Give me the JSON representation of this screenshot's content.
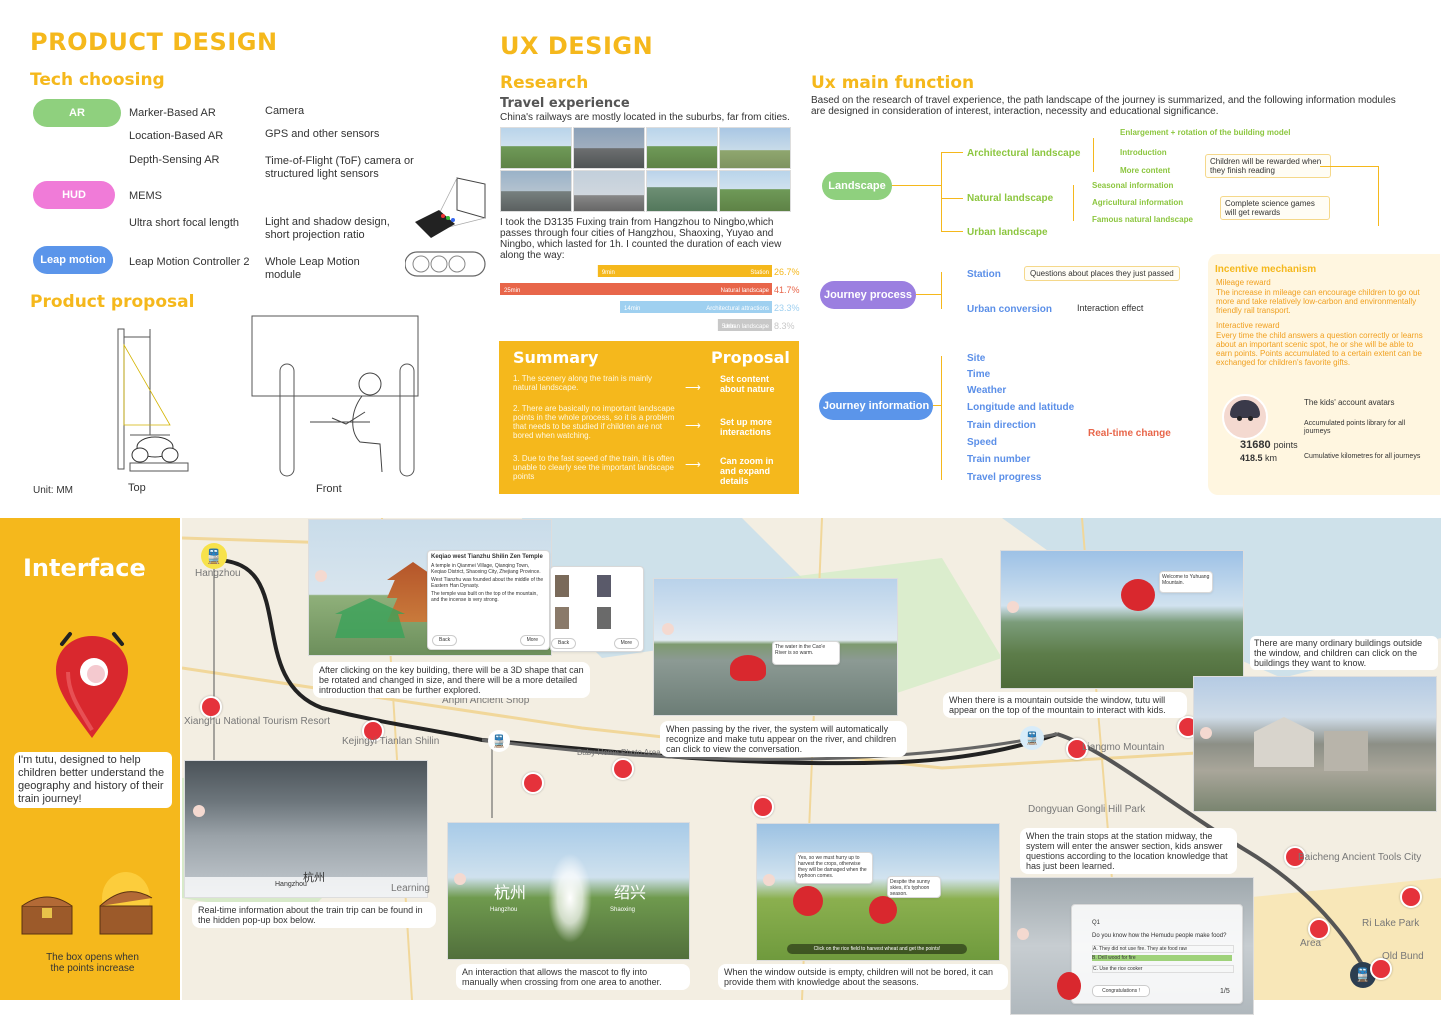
{
  "product": {
    "title": "PRODUCT DESIGN",
    "tech_title": "Tech choosing",
    "ar_label": "AR",
    "ar_rows": [
      {
        "type": "Marker-Based AR",
        "device": "Camera"
      },
      {
        "type": "Location-Based AR",
        "device": "GPS and other sensors"
      },
      {
        "type": "Depth-Sensing AR",
        "device": "Time-of-Flight (ToF) camera or structured light sensors"
      }
    ],
    "hud_label": "HUD",
    "hud_rows": [
      {
        "type": "MEMS",
        "device": ""
      },
      {
        "type": "Ultra short focal length",
        "device": "Light and shadow design, short projection ratio"
      }
    ],
    "leap_label": "Leap motion",
    "leap_rows": [
      {
        "type": "Leap Motion Controller 2",
        "device": "Whole Leap Motion module"
      }
    ],
    "proposal_title": "Product proposal",
    "unit": "Unit: MM",
    "top_label": "Top",
    "front_label": "Front"
  },
  "ux": {
    "title": "UX DESIGN",
    "research_title": "Research",
    "travel_title": "Travel experience",
    "travel_sub": "China's railways are mostly located in the suburbs, far from cities.",
    "travel_desc": "I took the D3135 Fuxing train from Hangzhou to Ningbo,which passes through four cities of Hangzhou, Shaoxing, Yuyao and Ningbo, which lasted for 1h. I counted the duration of each view along the way:",
    "bars": [
      {
        "time": "9min",
        "label": "Station",
        "pct": "26.7%",
        "value": 26.7,
        "color": "#f5b81c"
      },
      {
        "time": "25min",
        "label": "Natural landscape",
        "pct": "41.7%",
        "value": 41.7,
        "color": "#e8664a"
      },
      {
        "time": "14min",
        "label": "Architectural attractions",
        "pct": "23.3%",
        "value": 23.3,
        "color": "#9fd0f0"
      },
      {
        "time": "5min",
        "label": "Urban landscape",
        "pct": "8.3%",
        "value": 8.3,
        "color": "#c8c8c8"
      }
    ],
    "summary_title": "Summary",
    "proposal_title": "Proposal",
    "summary_rows": [
      {
        "s": "1. The scenery along the train is mainly natural landscape.",
        "p": "Set content about nature"
      },
      {
        "s": "2. There are basically no important landscape points in the whole process, so it is a problem that needs to be studied if children are not bored when watching.",
        "p": "Set up more interactions"
      },
      {
        "s": "3. Due to the fast speed of the train, it is often unable to clearly see the important landscape points",
        "p": "Can zoom in and expand details"
      }
    ]
  },
  "ux_main": {
    "title": "Ux main function",
    "desc": "Based on the research of travel experience, the path landscape of the journey is summarized, and the following information modules are designed in consideration of interest, interaction, necessity and educational significance.",
    "landscape_label": "Landscape",
    "arch": "Architectural landscape",
    "arch_items": [
      "Enlargement + rotation of the building model",
      "Introduction",
      "More content"
    ],
    "natural": "Natural landscape",
    "natural_items": [
      "Seasonal information",
      "Agricultural information",
      "Famous natural landscape"
    ],
    "urban": "Urban landscape",
    "reward1": "Children will be rewarded when they finish reading",
    "reward2": "Complete science games will get rewards",
    "journey_label": "Journey process",
    "station": "Station",
    "station_note": "Questions about places they just passed",
    "urban_conv": "Urban conversion",
    "interaction": "Interaction effect",
    "info_label": "Journey information",
    "info_items": [
      "Site",
      "Time",
      "Weather",
      "Longitude and latitude",
      "Train direction",
      "Speed",
      "Train number",
      "Travel progress"
    ],
    "realtime": "Real-time change",
    "incentive_title": "Incentive mechanism",
    "mileage_title": "Mileage reward",
    "mileage_text": "The increase in mileage can encourage children to go out more and take relatively low-carbon and environmentally friendly rail transport.",
    "interactive_title": "Interactive reward",
    "interactive_text": "Every time the child answers a question correctly or learns about an important scenic spot, he or she will be able to earn points. Points accumulated to a certain extent can be exchanged for children's favorite gifts.",
    "avatar_note": "The kids' account avatars",
    "points": "31680",
    "points_unit": "points",
    "points_note": "Accumulated points library for all journeys",
    "km": "418.5",
    "km_unit": "km",
    "km_note": "Cumulative kilometres for all journeys"
  },
  "interface": {
    "title": "Interface",
    "mascot_text": "I'm tutu, designed to help children better understand the geography and history of their train journey!",
    "box_text": "The box opens when the points increase",
    "captions": {
      "c1": "After clicking on the key building, there will be a 3D shape that can be rotated and changed in size, and there will be a more detailed introduction that can be further explored.",
      "c2": "When passing by the river, the system will automatically recognize and make tutu appear on the river, and children can click to view the conversation.",
      "c3": "When there is a mountain outside the window, tutu will appear on the top of the mountain to interact with kids.",
      "c4": "There are many ordinary buildings outside the window, and children can click on the buildings they want to know.",
      "c5": "Real-time information about the train trip can be found in the hidden pop-up box below.",
      "c6": "An interaction that allows the mascot to fly into manually when crossing from one area to another.",
      "c7": "When the window outside is empty, children will not be bored, it can provide them with knowledge about the seasons.",
      "c8": "When the train stops at the station midway, the system will enter the answer section, kids answer questions according to the location knowledge that has just been learned."
    },
    "popup1_title": "Keqiao west Tianzhu Shilin Zen Temple",
    "popup1_text": "A temple in Qianmei Village, Qianqing Town, Keqiao District, Shaoxing City, Zhejiang Province.",
    "popup1_text2": "West Tianzhu was founded about the middle of the Eastern Han Dynasty.",
    "popup1_text3": "The temple was built on the top of the mountain, and the incense is very strong.",
    "popup_back": "Back",
    "popup_more": "More",
    "river_bubble": "The water in the Cao'e River is so warm.",
    "mountain_bubble": "Welcome to Yuhuang Mountain.",
    "field_bubble": "Yes, so we must hurry up to harvest the crops, otherwise they will be damaged when the typhoon comes.",
    "field_bubble2": "Despite the sunny skies, it's typhoon season.",
    "field_hint": "Click on the rice field to harvest wheat and get the points!",
    "quiz_q": "Do you know how the Hemudu people make food?",
    "quiz_a": "A. They did not use fire. They ate food raw",
    "quiz_b": "B. Drill wood for fire",
    "quiz_c": "C. Use the rice cooker",
    "quiz_congrats": "Congratulations !",
    "quiz_page": "1/5",
    "quiz_num": "Q1",
    "map_labels": {
      "hangzhou": "Hangzhou",
      "xianghu": "Xianghu National Tourism Resort",
      "kejingyi": "Kejingyi Tianlan Shilin",
      "anpin": "Anpin Ancient Shop",
      "baby": "Baby Home Photo Area",
      "liangmo": "Liangmo Mountain",
      "dongyuan": "Dongyuan Gongli Hill Park",
      "baicheng": "Baicheng Ancient Tools City",
      "rilake": "Ri Lake Park",
      "area": "Area",
      "oldbund": "Old Bund",
      "learning": "Learning",
      "hangzhou_screen": "Hangzhou",
      "shaoxing_screen": "Shaoxing",
      "hz_cn": "杭州",
      "sx_cn": "绍兴"
    }
  }
}
